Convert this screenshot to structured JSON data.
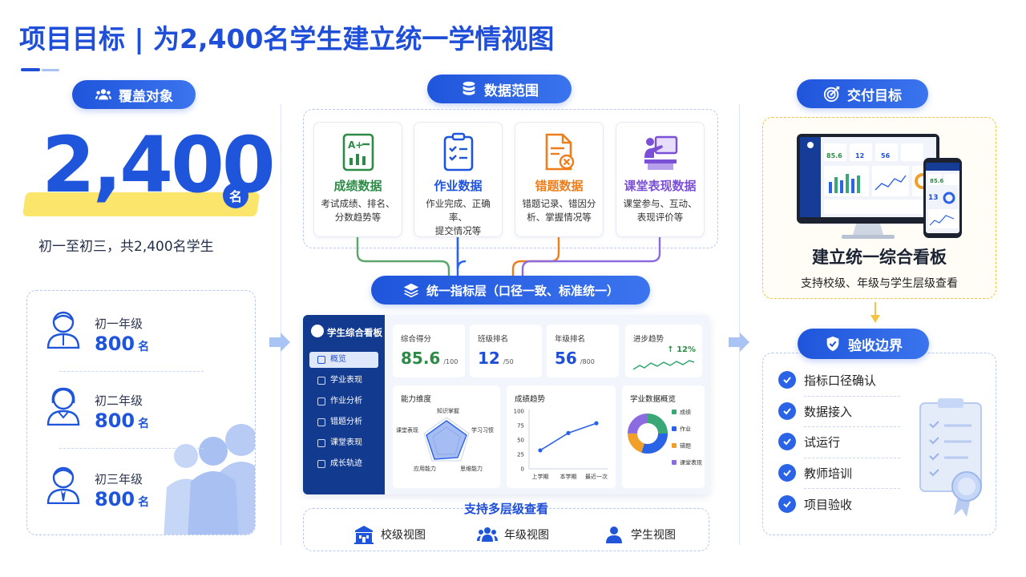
{
  "title": "项目目标 | 为2,400名学生建立统一学情视图",
  "coverage": {
    "label": "覆盖对象",
    "total": "2,400",
    "unit": "名",
    "subtitle": "初一至初三，共2,400名学生",
    "grades": [
      {
        "name": "初一年级",
        "count": "800",
        "unit": "名"
      },
      {
        "name": "初二年级",
        "count": "800",
        "unit": "名"
      },
      {
        "name": "初三年级",
        "count": "800",
        "unit": "名"
      }
    ]
  },
  "data_scope": {
    "label": "数据范围",
    "cards": [
      {
        "title": "成绩数据",
        "desc1": "考试成绩、排名、",
        "desc2": "分数趋势等",
        "color": "#2e8b47",
        "icon": "score-sheet-icon"
      },
      {
        "title": "作业数据",
        "desc1": "作业完成、正确率、",
        "desc2": "提交情况等",
        "color": "#1f55db",
        "icon": "checklist-icon"
      },
      {
        "title": "错题数据",
        "desc1": "错题记录、错因分",
        "desc2": "析、掌握情况等",
        "color": "#ee7d1a",
        "icon": "error-doc-icon"
      },
      {
        "title": "课堂表现数据",
        "desc1": "课堂参与、互动、",
        "desc2": "表现评价等",
        "color": "#7b4fd6",
        "icon": "teacher-board-icon"
      }
    ],
    "layer_label": "统一指标层（口径一致、标准统一）"
  },
  "dashboard": {
    "title": "学生综合看板",
    "menu": [
      "概览",
      "学业表现",
      "作业分析",
      "错题分析",
      "课堂表现",
      "成长轨迹"
    ],
    "kpis": [
      {
        "label": "综合得分",
        "value": "85.6",
        "suffix": "/100",
        "color": "#2e8b47"
      },
      {
        "label": "班级排名",
        "value": "12",
        "suffix": "/50",
        "color": "#1f4ed8"
      },
      {
        "label": "年级排名",
        "value": "56",
        "suffix": "/800",
        "color": "#1f4ed8"
      },
      {
        "label": "进步趋势",
        "value": "↑ 12%",
        "suffix": "",
        "color": "#2e8b47"
      }
    ],
    "radar": {
      "title": "能力维度",
      "axes": [
        "知识掌握",
        "学习习惯",
        "思维能力",
        "应用能力",
        "课堂表现"
      ]
    },
    "trend": {
      "title": "成绩趋势",
      "yticks": [
        "100",
        "75",
        "50",
        "25",
        "0"
      ]
    },
    "donut": {
      "title": "学业数据概览"
    },
    "multi_view_title": "支持多层级查看",
    "views": [
      "校级视图",
      "年级视图",
      "学生视图"
    ]
  },
  "chart_data": [
    {
      "type": "line",
      "title": "成绩趋势",
      "categories": [
        "上学期",
        "本学期",
        "最近一次"
      ],
      "values": [
        32,
        62,
        79
      ],
      "ylim": [
        0,
        100
      ]
    },
    {
      "type": "pie",
      "title": "学业数据概览",
      "categories": [
        "成绩",
        "作业",
        "错题",
        "课堂表现"
      ],
      "values": [
        25,
        30,
        20,
        25
      ],
      "colors": [
        "#3aa876",
        "#2b63e6",
        "#f0a02a",
        "#8c6be0"
      ]
    }
  ],
  "deliverable": {
    "label": "交付目标",
    "headline": "建立统一综合看板",
    "sub": "支持校级、年级与学生层级查看",
    "mock": {
      "v1": "85.6",
      "v2": "12",
      "v3": "56",
      "v4": "13"
    }
  },
  "acceptance": {
    "label": "验收边界",
    "items": [
      "指标口径确认",
      "数据接入",
      "试运行",
      "教师培训",
      "项目验收"
    ]
  },
  "colors": {
    "primary": "#1f55db",
    "highlight": "#fbe56a",
    "gold": "#f3c341"
  }
}
